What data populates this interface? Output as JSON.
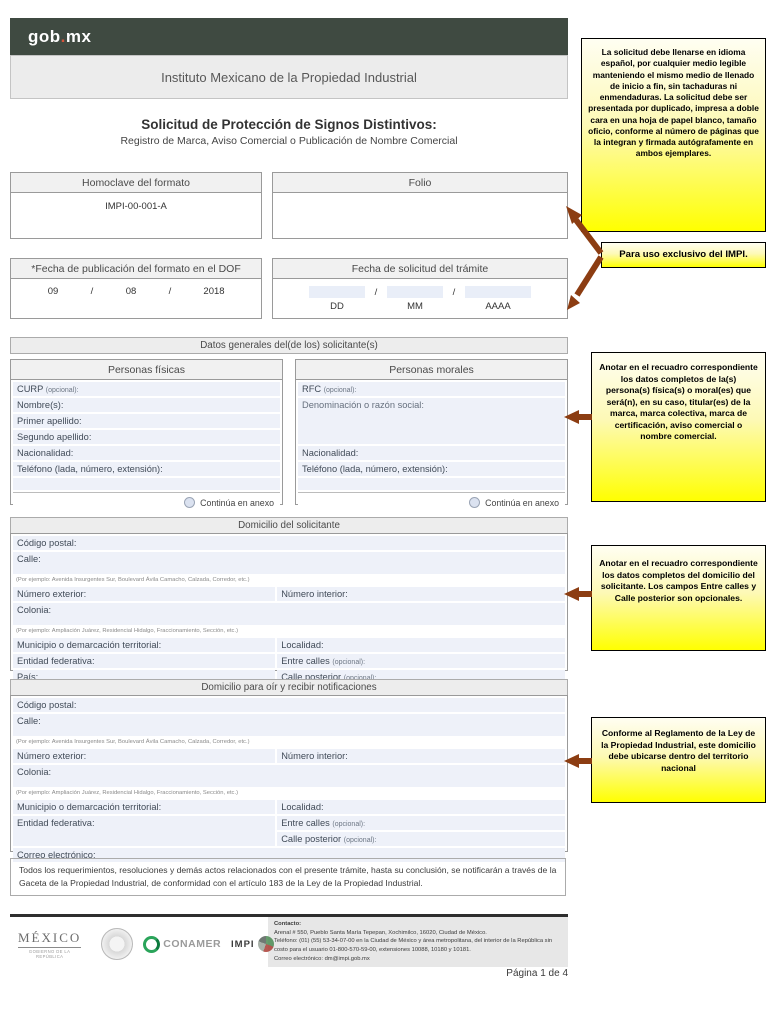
{
  "header": {
    "logo_pre": "gob",
    "logo_dot": ".",
    "logo_post": "mx",
    "institute": "Instituto Mexicano de la Propiedad Industrial"
  },
  "title": {
    "main": "Solicitud de Protección de Signos Distintivos:",
    "sub": "Registro de Marca, Aviso Comercial o Publicación de Nombre Comercial"
  },
  "homoclave": {
    "label": "Homoclave del formato",
    "value": "IMPI-00-001-A"
  },
  "folio": {
    "label": "Folio"
  },
  "fecha_dof": {
    "label": "*Fecha de publicación del formato en el DOF",
    "dd": "09",
    "sep1": "/",
    "mm": "08",
    "sep2": "/",
    "aaaa": "2018"
  },
  "fecha_solicitud": {
    "label": "Fecha de solicitud del trámite",
    "sep1": "/",
    "sep2": "/",
    "dd_label": "DD",
    "mm_label": "MM",
    "aaaa_label": "AAAA"
  },
  "datos_generales": {
    "section_title": "Datos generales del(de los) solicitante(s)",
    "continua_label": "Continúa en anexo",
    "fisicas": {
      "header": "Personas físicas",
      "curp": "CURP",
      "curp_opt": "(opcional):",
      "nombres": "Nombre(s):",
      "primer_apellido": "Primer apellido:",
      "segundo_apellido": "Segundo apellido:",
      "nacionalidad": "Nacionalidad:",
      "telefono": "Teléfono (lada, número, extensión):"
    },
    "morales": {
      "header": "Personas morales",
      "rfc": "RFC",
      "rfc_opt": "(opcional):",
      "denominacion": "Denominación o razón social:",
      "nacionalidad": "Nacionalidad:",
      "telefono": "Teléfono (lada, número, extensión):"
    }
  },
  "domicilio_solicitante": {
    "section_title": "Domicilio del solicitante",
    "codigo_postal": "Código postal:",
    "calle": "Calle:",
    "calle_hint": "(Por ejemplo: Avenida Insurgentes Sur, Boulevard Ávila Camacho, Calzada, Corredor, etc.)",
    "numero_exterior": "Número exterior:",
    "numero_interior": "Número interior:",
    "colonia": "Colonia:",
    "colonia_hint": "(Por ejemplo: Ampliación Juárez, Residencial Hidalgo, Fraccionamiento, Sección, etc.)",
    "municipio": "Municipio o demarcación territorial:",
    "localidad": "Localidad:",
    "entidad": "Entidad federativa:",
    "entre_calles": "Entre calles",
    "entre_calles_opt": "(opcional):",
    "pais": "País:",
    "calle_posterior": "Calle posterior",
    "calle_posterior_opt": "(opcional):"
  },
  "domicilio_notificaciones": {
    "section_title": "Domicilio para oír y recibir notificaciones",
    "codigo_postal": "Código postal:",
    "calle": "Calle:",
    "calle_hint": "(Por ejemplo: Avenida Insurgentes Sur, Boulevard Ávila Camacho, Calzada, Corredor, etc.)",
    "numero_exterior": "Número exterior:",
    "numero_interior": "Número interior:",
    "colonia": "Colonia:",
    "colonia_hint": "(Por ejemplo: Ampliación Juárez, Residencial Hidalgo, Fraccionamiento, Sección, etc.)",
    "municipio": "Municipio o demarcación territorial:",
    "localidad": "Localidad:",
    "entidad": "Entidad federativa:",
    "entre_calles": "Entre calles",
    "entre_calles_opt": "(opcional):",
    "calle_posterior": "Calle posterior",
    "calle_posterior_opt": "(opcional):",
    "correo": "Correo electrónico:"
  },
  "footer_note": "Todos los requerimientos, resoluciones y demás actos relacionados con el presente trámite, hasta su conclusión, se notificarán a través de la Gaceta de la Propiedad Industrial, de conformidad con el artículo 183 de la Ley de la Propiedad Industrial.",
  "footer": {
    "mexico": "MÉXICO",
    "mexico_sub": "GOBIERNO DE LA REPÚBLICA",
    "conamer": "CONAMER",
    "impi": "IMPI",
    "contact_title": "Contacto:",
    "contact_line1": "Arenal # 550, Pueblo Santa María Tepepan, Xochimilco, 16020, Ciudad de México.",
    "contact_line2": "Teléfono: (01) (55) 53-34-07-00 en la Ciudad de México y área metropolitana, del interior de la República sin costo para el usuario 01-800-570-59-00, extensiones 10088, 10180 y 10181.",
    "contact_line3": "Correo electrónico: dm@impi.gob.mx",
    "page_number": "Página 1 de 4"
  },
  "annotations": {
    "note1": "La solicitud debe llenarse en idioma español, por cualquier medio legible manteniendo el mismo medio de llenado de inicio a fin, sin tachaduras ni enmendaduras. La solicitud debe ser presentada por duplicado, impresa a doble cara en una hoja de papel blanco, tamaño oficio, conforme al número de páginas que la integran y firmada autógrafamente en ambos ejemplares.",
    "note2": "Para uso exclusivo del IMPI.",
    "note3": "Anotar en el recuadro correspondiente los datos completos de la(s) persona(s) física(s) o moral(es) que será(n), en su caso, titular(es) de la marca, marca colectiva, marca de certificación, aviso comercial o nombre comercial.",
    "note4": "Anotar en el recuadro correspondiente los datos completos del domicilio del solicitante. Los campos Entre calles y Calle posterior son opcionales.",
    "note5": "Conforme al Reglamento de la Ley de la Propiedad Industrial, este domicilio debe ubicarse dentro del territorio nacional"
  },
  "colors": {
    "header_dark": "#3f4a41",
    "note_yellow": "#ffff00",
    "arrow_brown": "#8c3d12",
    "field_blue": "#eef1f9"
  }
}
